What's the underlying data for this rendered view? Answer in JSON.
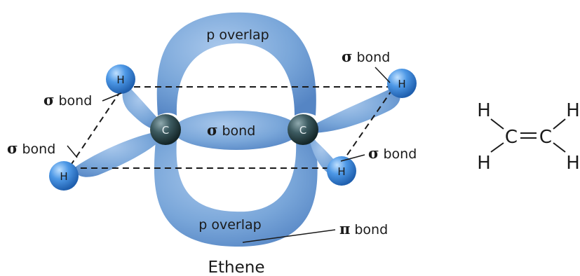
{
  "title": "Ethene",
  "labels": {
    "p_overlap_top": "p overlap",
    "p_overlap_bottom": "p overlap",
    "sigma_bond_center": "bond",
    "sigma_bond_upper_left": "bond",
    "sigma_bond_lower_left": "bond",
    "sigma_bond_upper_right": "bond",
    "sigma_bond_lower_right": "bond",
    "pi_bond": "bond"
  },
  "symbols": {
    "sigma": "σ",
    "pi": "π"
  },
  "atoms": {
    "hydrogen": "H",
    "carbon": "C"
  },
  "formula": {
    "h": "H",
    "c": "C"
  },
  "colors": {
    "lobe": "#6f9fd2",
    "lobe_dark": "#4d7fbf",
    "hydrogen": "#3f87d8",
    "carbon": "#2e4a50"
  }
}
